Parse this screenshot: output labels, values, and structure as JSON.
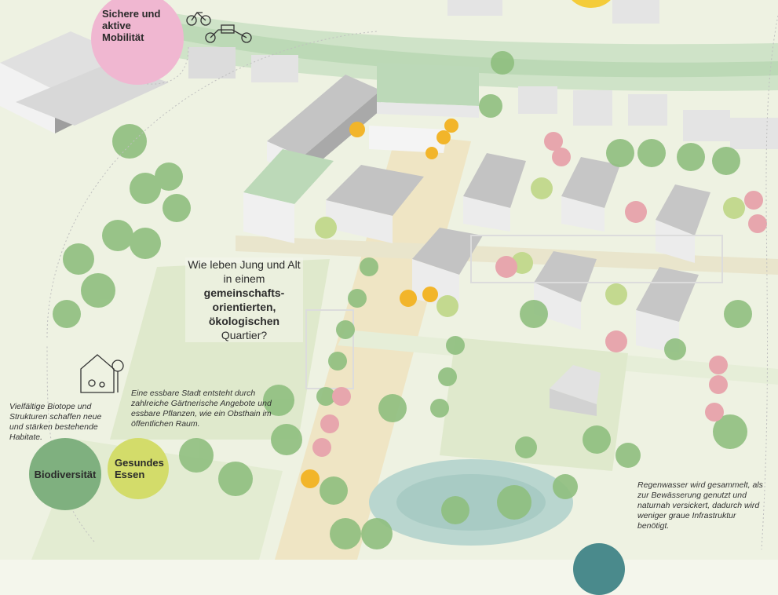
{
  "bubbles": {
    "mobility": "Sichere und aktive Mobilität",
    "biodiversity": "Biodiversität",
    "food": "Gesundes Essen"
  },
  "question": {
    "line1": "Wie leben Jung und Alt in einem",
    "bold1": "gemeinschafts-",
    "bold2": "orientierten,",
    "bold3": "ökologischen",
    "line2": "Quartier?"
  },
  "notes": {
    "biotope": "Vielfältige Biotope und Strukturen schaffen neue und stärken bestehende Habitate.",
    "food_city": "Eine essbare Stadt entsteht durch zahlreiche Gärtnerische Angebote und essbare Pflanzen, wie ein Obsthain im öffentlichen Raum.",
    "rainwater": "Regenwasser wird gesammelt, als zur Bewässerung genutzt und naturnah versickert, dadurch wird weniger graue Infrastruktur benötigt."
  },
  "colors": {
    "mobility": "#f0b7d1",
    "biodiversity": "#7fb07f",
    "food": "#d3dc6a",
    "water": "#4a8a8c",
    "accent_yellow": "#f4cc3a",
    "tree": "#8fbf7f",
    "tree_pink": "#e7a6ad",
    "tree_yellow": "#f2b52a",
    "building": "#c9c9c9"
  },
  "icons": [
    "bicycle-icon",
    "cargo-bike-icon",
    "house-family-icon"
  ]
}
